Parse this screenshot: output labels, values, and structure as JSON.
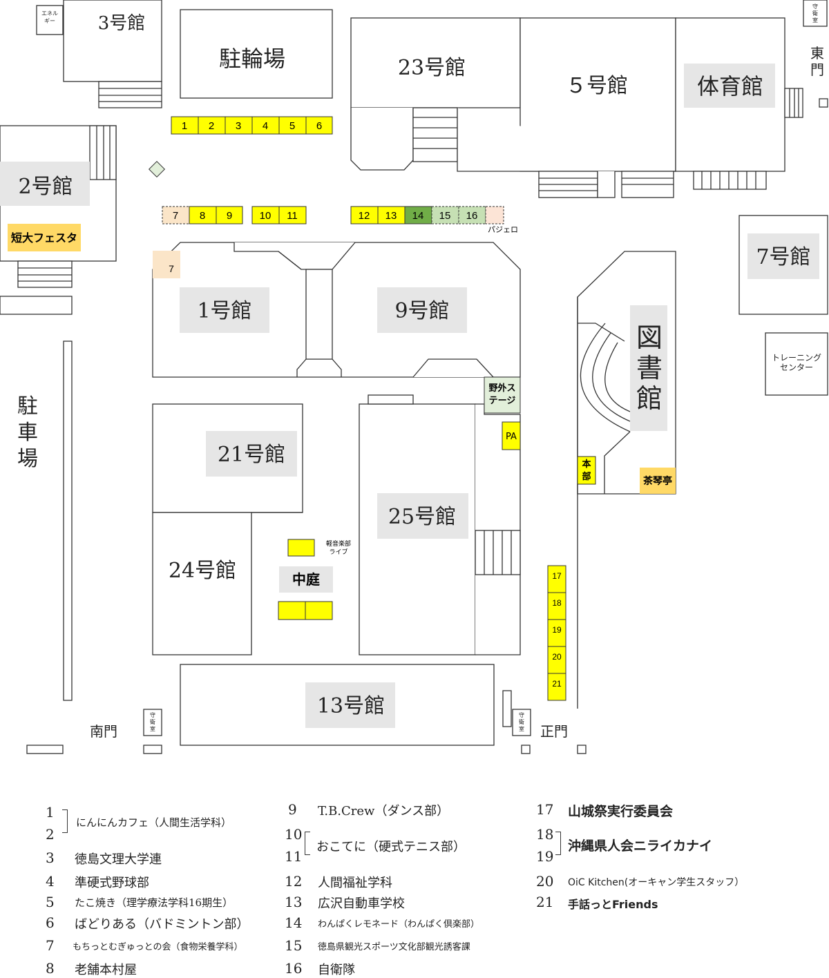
{
  "buildings": {
    "b3": "3号館",
    "energy": "エネル\nギー",
    "bicycle": "駐輪場",
    "b23": "23号館",
    "b5": "５号館",
    "gym": "体育館",
    "guard": "守衛室",
    "east_gate": "東門",
    "b2": "2号館",
    "tandai": "短大フェスタ",
    "b7": "7号館",
    "training": "トレーニング\nセンター",
    "b1": "1号館",
    "b9": "9号館",
    "library": "図書館",
    "parking": "駐車場",
    "outdoor_stage": "野外ス\nテージ",
    "pa": "PA",
    "b21": "21号館",
    "b25": "25号館",
    "honbu": "本\n部",
    "sakin": "茶琴亭",
    "keion": "軽音楽部\nライブ",
    "courtyard": "中庭",
    "b24": "24号館",
    "b13": "13号館",
    "south_gate": "南門",
    "main_gate": "正門",
    "pasjero": "パジェロ"
  },
  "booths": {
    "row1": [
      "1",
      "2",
      "3",
      "4",
      "5",
      "6"
    ],
    "row2a": [
      "7",
      "8",
      "9"
    ],
    "row2b": [
      "10",
      "11"
    ],
    "row2c": [
      "12",
      "13",
      "14",
      "15",
      "16"
    ],
    "b7side": "7",
    "col": [
      "17",
      "18",
      "19",
      "20",
      "21"
    ]
  },
  "colors": {
    "yellow": "#ffff00",
    "green": "#70ad47",
    "lightgreen": "#c6e0b4",
    "peach": "#fce4d6",
    "cream": "#fbe5c8",
    "orange": "#ffd966",
    "gray": "#e6e6e6"
  },
  "legend": {
    "col1": [
      {
        "num": "1\n2",
        "label": "にんにんカフェ（人間生活学科）",
        "brace": true
      },
      {
        "num": "3",
        "label": "徳島文理大学連"
      },
      {
        "num": "4",
        "label": "準硬式野球部"
      },
      {
        "num": "5",
        "label": "たこ焼き（理学療法学科16期生）"
      },
      {
        "num": "6",
        "label": "ばどりある（バドミントン部）"
      },
      {
        "num": "7",
        "label": "もちっとむぎゅっとの会（食物栄養学科）"
      },
      {
        "num": "8",
        "label": "老舗本村屋"
      }
    ],
    "col2": [
      {
        "num": "9",
        "label": "T.B.Crew（ダンス部）"
      },
      {
        "num": "10\n11",
        "label": "おこてに（硬式テニス部）",
        "brace": true
      },
      {
        "num": "12",
        "label": "人間福祉学科"
      },
      {
        "num": "13",
        "label": "広沢自動車学校"
      },
      {
        "num": "14",
        "label": "わんぱくレモネード（わんぱく倶楽部）"
      },
      {
        "num": "15",
        "label": "徳島県観光スポーツ文化部観光誘客課"
      },
      {
        "num": "16",
        "label": "自衛隊"
      }
    ],
    "col3": [
      {
        "num": "17",
        "label": "山城祭実行委員会"
      },
      {
        "num": "18\n19",
        "label": "沖縄県人会ニライカナイ",
        "brace": true
      },
      {
        "num": "20",
        "label": "OiC Kitchen(オーキャン学生スタッフ）"
      },
      {
        "num": "21",
        "label": "手話っとFriends"
      }
    ]
  }
}
